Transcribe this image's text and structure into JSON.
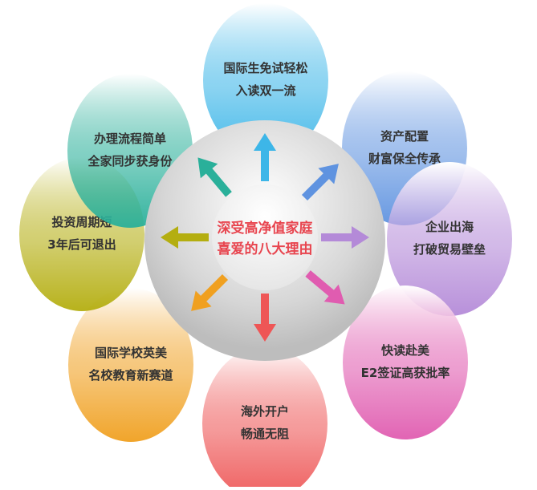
{
  "center": {
    "line1": "深受高净值家庭",
    "line2": "喜爱的八大理由",
    "color": "#e8454f"
  },
  "reasons": [
    {
      "id": "top",
      "line1": "国际生免试轻松",
      "line2": "入读双一流",
      "color": "#3db6e8",
      "angle": -90
    },
    {
      "id": "top-right",
      "line1": "资产配置",
      "line2": "财富保全传承",
      "color": "#5f93e0",
      "angle": -45
    },
    {
      "id": "right",
      "line1": "企业出海",
      "line2": "打破贸易壁垒",
      "color": "#b48ad8",
      "angle": 0
    },
    {
      "id": "bottom-right",
      "line1": "快读赴美",
      "line2": "E2签证高获批率",
      "color": "#e05cb0",
      "angle": 40
    },
    {
      "id": "bottom",
      "line1": "海外开户",
      "line2": "畅通无阻",
      "color": "#ee5656",
      "angle": 90
    },
    {
      "id": "bottom-left",
      "line1": "国际学校英美",
      "line2": "名校教育新赛道",
      "color": "#f0a020",
      "angle": 135
    },
    {
      "id": "left",
      "line1": "投资周期短",
      "line2": "3年后可退出",
      "color": "#b4ae10",
      "angle": 180
    },
    {
      "id": "top-left",
      "line1": "办理流程简单",
      "line2": "全家同步获身份",
      "color": "#2ab09a",
      "angle": -130
    }
  ]
}
